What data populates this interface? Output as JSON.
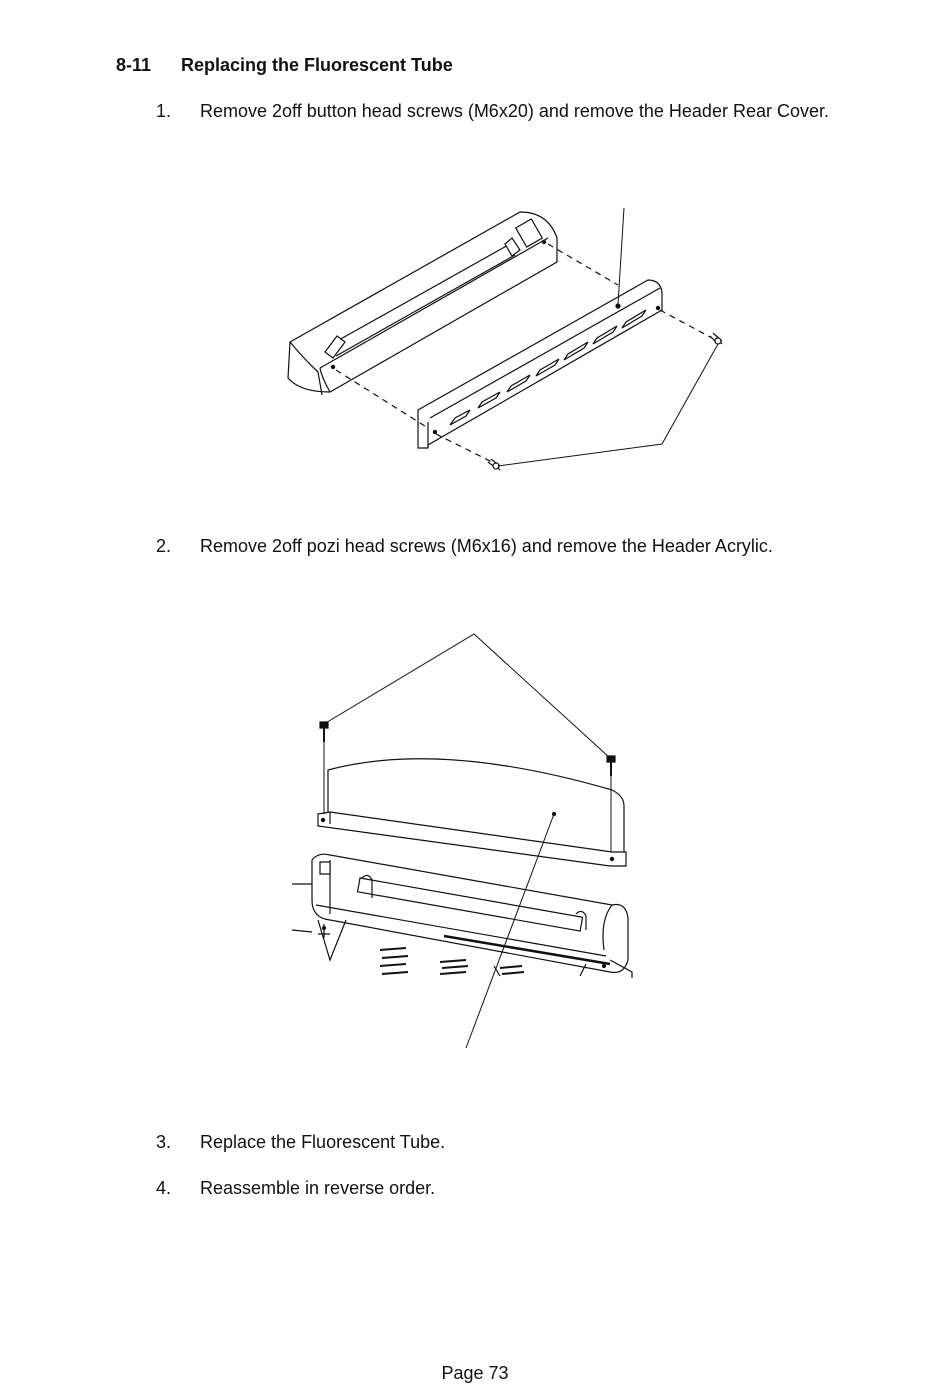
{
  "section": {
    "number": "8-11",
    "title": "Replacing the Fluorescent Tube"
  },
  "steps": [
    {
      "number": "1.",
      "text": "Remove 2off button head screws (M6x20) and remove the Header Rear Cover."
    },
    {
      "number": "2.",
      "text": "Remove 2off pozi head screws (M6x16) and remove the Header Acrylic."
    },
    {
      "number": "3.",
      "text": "Replace the Fluorescent Tube."
    },
    {
      "number": "4.",
      "text": "Reassemble in reverse order."
    }
  ],
  "footer": {
    "page_label": "Page 73"
  }
}
